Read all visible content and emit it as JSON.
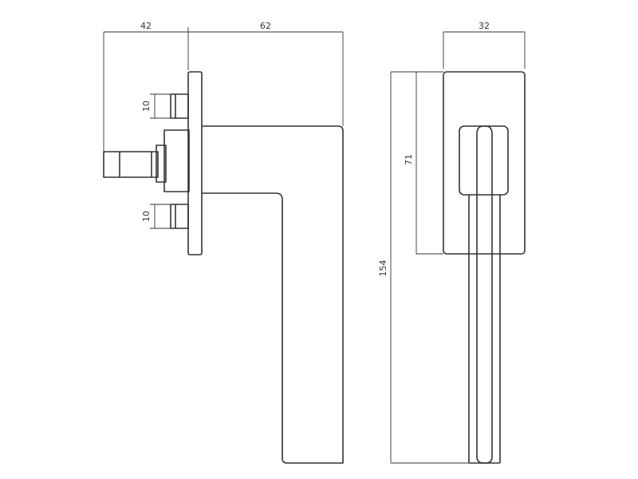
{
  "dimensions": {
    "spindle_length": "42",
    "handle_projection": "62",
    "rose_width": "32",
    "rose_height": "71",
    "overall_height": "154",
    "screw_boss_top": "10",
    "screw_boss_bottom": "10"
  },
  "colors": {
    "line": "#333333",
    "background": "#ffffff"
  }
}
